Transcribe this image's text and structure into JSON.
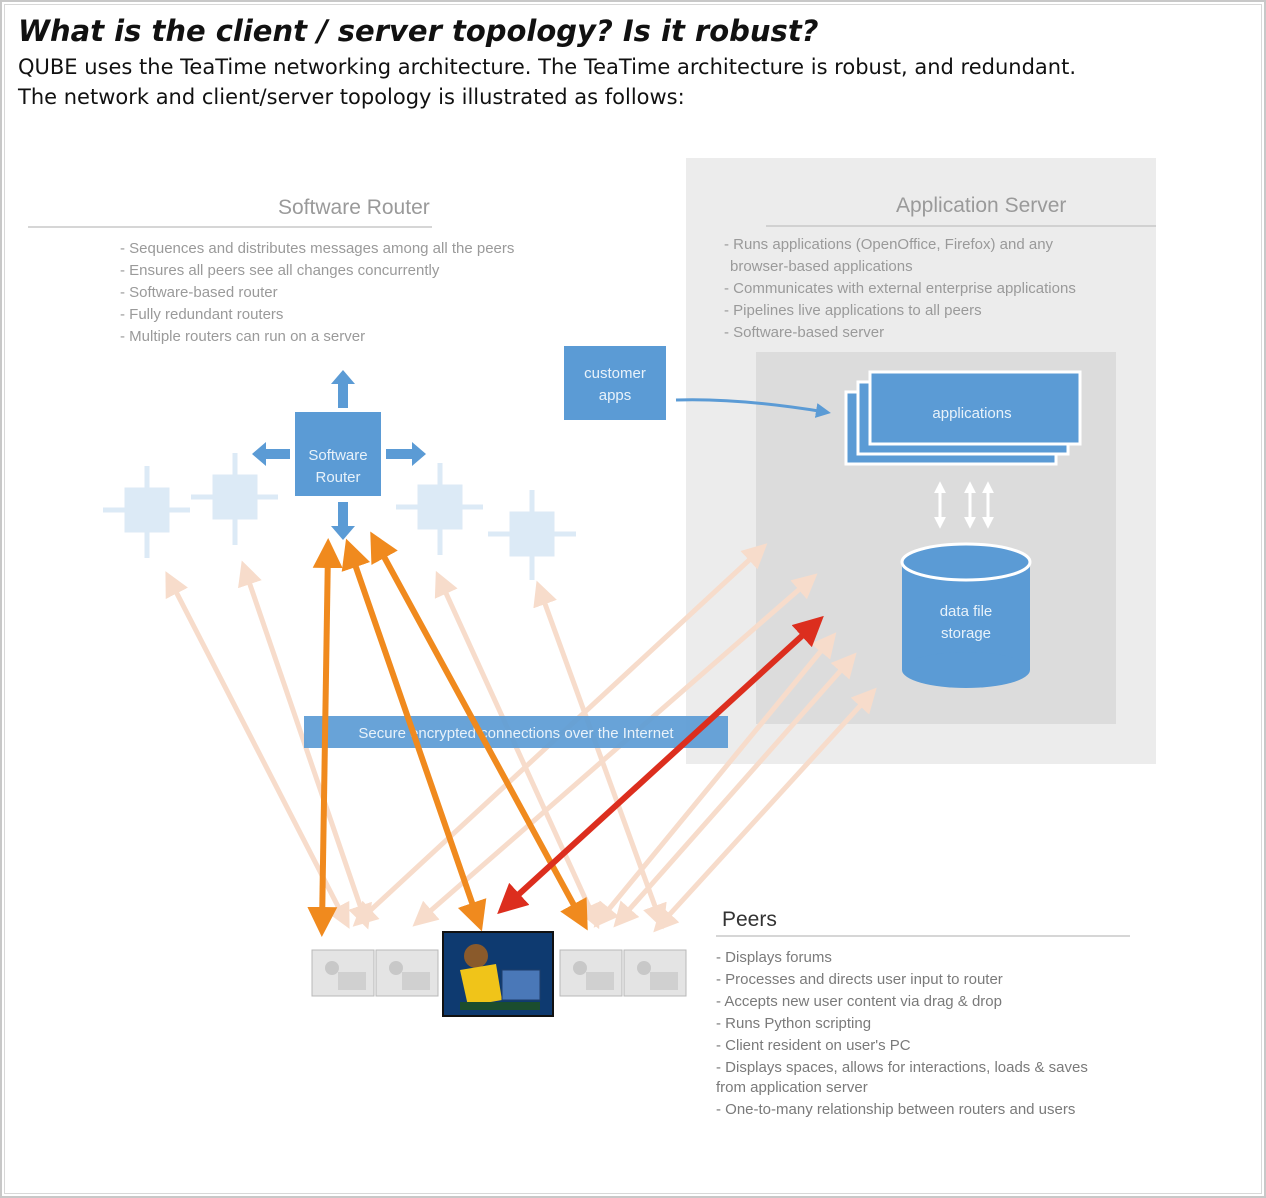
{
  "faq": {
    "question": "What is the client / server topology? Is it robust?",
    "answer": "QUBE uses the TeaTime networking architecture. The TeaTime architecture is robust, and redundant.\nThe network and client/server topology is illustrated as follows:"
  },
  "diagram": {
    "software_router": {
      "title": "Software Router",
      "bullets": [
        "- Sequences and distributes messages among all the peers",
        "- Ensures all peers see all changes concurrently",
        "- Software-based router",
        "- Fully redundant routers",
        "- Multiple routers can run on a server"
      ],
      "box_label": [
        "Software",
        "Router"
      ]
    },
    "application_server": {
      "title": "Application Server",
      "bullets": [
        "- Runs applications (OpenOffice, Firefox) and any",
        "browser-based applications",
        "- Communicates with external enterprise applications",
        "- Pipelines live applications to all peers",
        "- Software-based server"
      ],
      "applications_label": "applications",
      "storage_label": [
        "data file",
        "storage"
      ]
    },
    "customer_apps_label": [
      "customer",
      "apps"
    ],
    "connection_banner": "Secure encrypted connections over the Internet",
    "peers": {
      "title": "Peers",
      "bullets": [
        "- Displays forums",
        "- Processes and directs user input to router",
        "- Accepts new user content via drag & drop",
        "- Runs Python scripting",
        "- Client resident on user's PC",
        "- Displays spaces, allows for interactions, loads & saves",
        "from application server",
        "- One-to-many relationship between routers and users"
      ]
    },
    "colors": {
      "blue": "#5b9bd5",
      "light_blue": "#dceaf6",
      "orange": "#f08a1e",
      "red": "#dc2e1e",
      "faded_arrow": "#f7dccb",
      "server_panel": "#ececec",
      "server_inner": "#dcdcdc"
    }
  }
}
